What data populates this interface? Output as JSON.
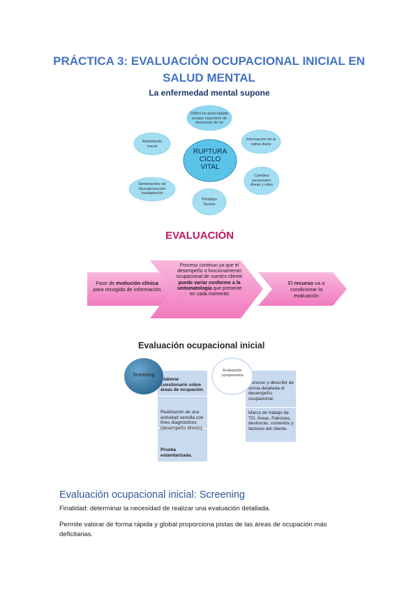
{
  "page_title_line1": "PRÁCTICA 3: EVALUACIÓN OCUPACIONAL INICIAL EN",
  "page_title_line2": "SALUD MENTAL",
  "mental_diagram": {
    "title": "La enfermedad mental supone",
    "center": [
      "RUPTURA",
      "CICLO",
      "VITAL"
    ],
    "nodes": {
      "top": [
        "Déficit en autocuidado",
        "escaso repertorio de",
        "destrezas de rol"
      ],
      "top_right": [
        "Interrupción de la",
        "rutina diaria"
      ],
      "right": [
        "Cambios",
        "personales",
        "Áreas y roles"
      ],
      "bottom": [
        "Pérdidas",
        "Duelos"
      ],
      "bottom_left": [
        "Sentimientos de",
        "Desvalorización",
        "inadaptación"
      ],
      "top_left": [
        "Aislamiento",
        "social"
      ]
    }
  },
  "evaluation": {
    "title": "EVALUACIÓN",
    "arrow1": {
      "pre": "Fase de ",
      "bold": "evolución clínica",
      "post": " para recogida de información"
    },
    "arrow2": {
      "pre": "Proceso continuo ya que el desempeño o funcionamiento ocupacional de nuestro cliente ",
      "bold": "puede variar conforme a la sintomatología",
      "post": " que presente en cada momento"
    },
    "arrow3": {
      "pre": "El ",
      "bold": "recurso",
      "post": " va a condicionar la evaluación"
    }
  },
  "initial_eval": {
    "title": "Evaluación ocupacional inicial",
    "screening_label": "Screening",
    "screening_items": [
      "Elaborar cuestionario sobre áreas de ocupación.",
      "Realización de una actividad sencilla con fines diagnósticos (desempeño directo).",
      "Prueba estandarizada."
    ],
    "comprehensive_label": [
      "Evaluación",
      "comprensiva"
    ],
    "comprehensive_items": [
      "Conocer y describir de forma detallada el desempeño ocupacional.",
      "Marco de trabajo de TO: Áreas, Patrones, destrezas, contextos y factores del cliente."
    ]
  },
  "section": {
    "heading": "Evaluación ocupacional inicial: Screening",
    "p1": "Finalidad: determinar la necesidad de realizar una evaluación detallada.",
    "p2_line1": "Permite valorar de forma rápida y global proporciona pistas de las áreas de ocupación más",
    "p2_line2": "deficitarias."
  },
  "colors": {
    "title_blue": "#4472c4",
    "bubble_blue": "#5bc3e8",
    "magenta": "#c2185b",
    "pink": "#f48cc8",
    "table_blue": "#c9d9ee"
  }
}
